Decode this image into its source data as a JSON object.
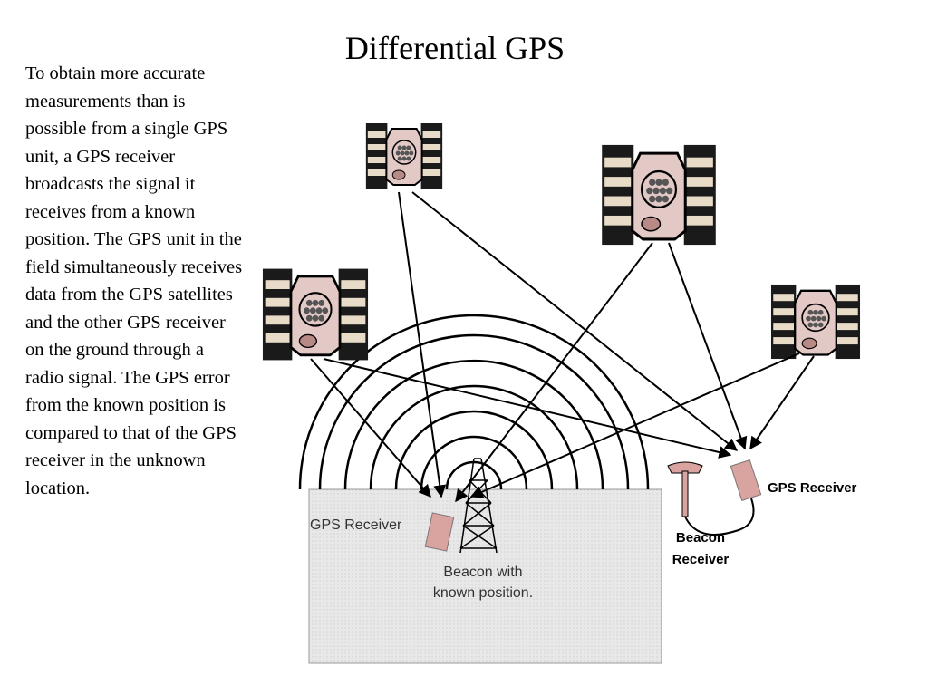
{
  "slide": {
    "title": "Differential GPS",
    "body": "To obtain more accurate measurements than is possible from a single GPS unit, a GPS receiver broadcasts the signal it receives from a known position.  The GPS unit in the field simultaneously receives data from the GPS satellites and the other GPS receiver on the ground through a radio signal.  The GPS error from the known position is compared to that of the GPS receiver in the unknown location."
  },
  "diagram": {
    "labels": {
      "left_receiver": "GPS Receiver",
      "beacon_line1": "Beacon with",
      "beacon_line2": "known position.",
      "right_receiver": "GPS Receiver",
      "beacon_receiver_line1": "Beacon",
      "beacon_receiver_line2": "Receiver"
    },
    "colors": {
      "ground": "#e6e6e6",
      "receiver": "#d9a3a0",
      "satellite_body": "#e3c9c6",
      "panel_dark": "#1a1a1a",
      "panel_light": "#e8dcc8",
      "lines": "#000000"
    }
  }
}
